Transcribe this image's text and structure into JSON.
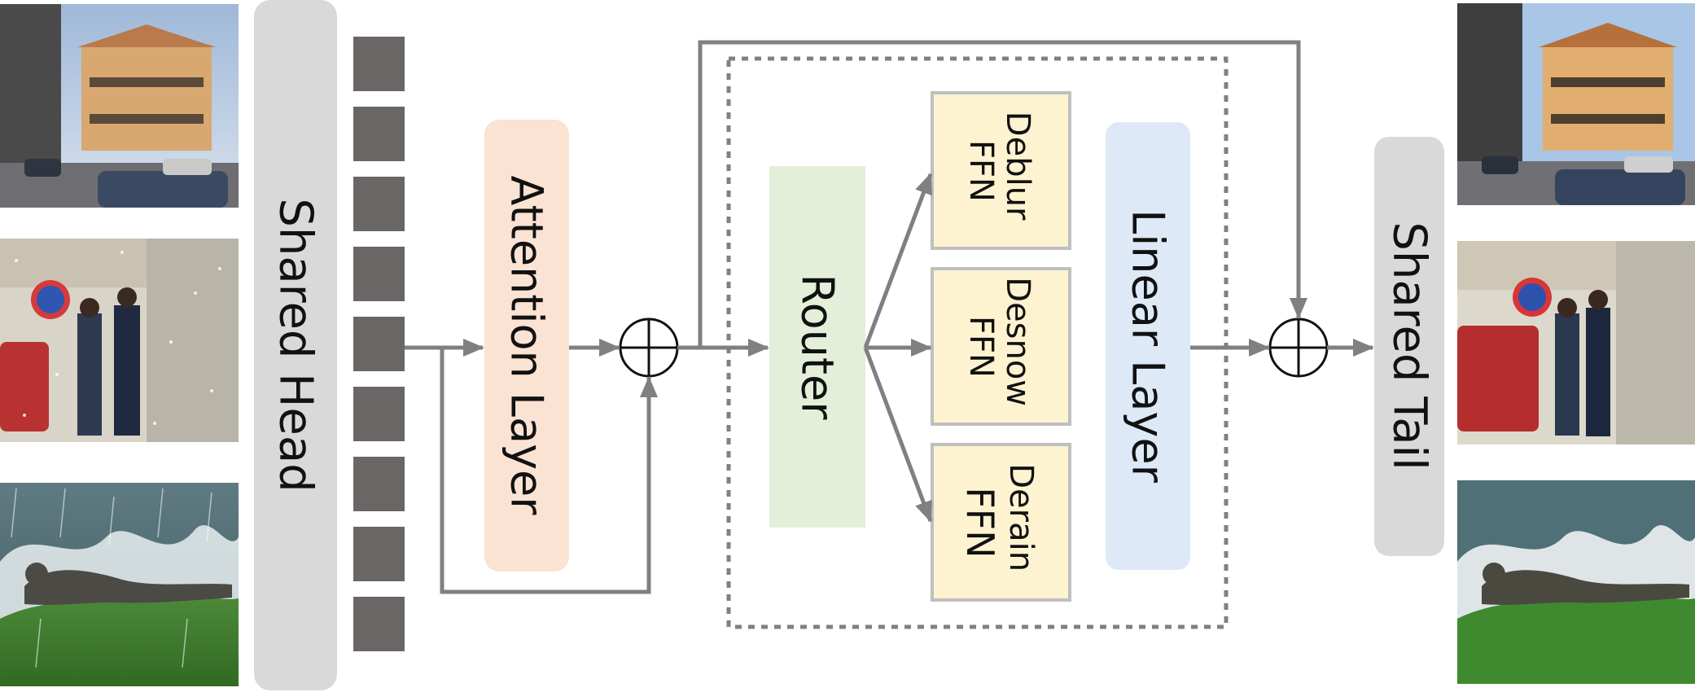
{
  "blocks": {
    "shared_head": "Shared Head",
    "attention_layer": "Attention Layer",
    "router": "Router",
    "linear_layer": "Linear Layer",
    "shared_tail": "Shared Tail"
  },
  "experts": [
    {
      "line1": "Deblur",
      "line2": "FFN"
    },
    {
      "line1": "Desnow",
      "line2": "FFN"
    },
    {
      "line1": "Derain",
      "line2": "FFN"
    }
  ],
  "input_images": [
    "blurry-street-scene",
    "snowy-street-scene",
    "rainy-iguana-scene"
  ],
  "output_images": [
    "restored-street-scene",
    "restored-pedestrian-scene",
    "restored-iguana-scene"
  ],
  "colors": {
    "shared_block": "#d9d9d9",
    "attention_block": "#fbe3d4",
    "router_block": "#e3efd9",
    "linear_block": "#dde9f6",
    "expert_block": "#fdf3d0",
    "expert_border": "#bfbfbf",
    "token": "#6b6666",
    "arrow": "#808080"
  }
}
